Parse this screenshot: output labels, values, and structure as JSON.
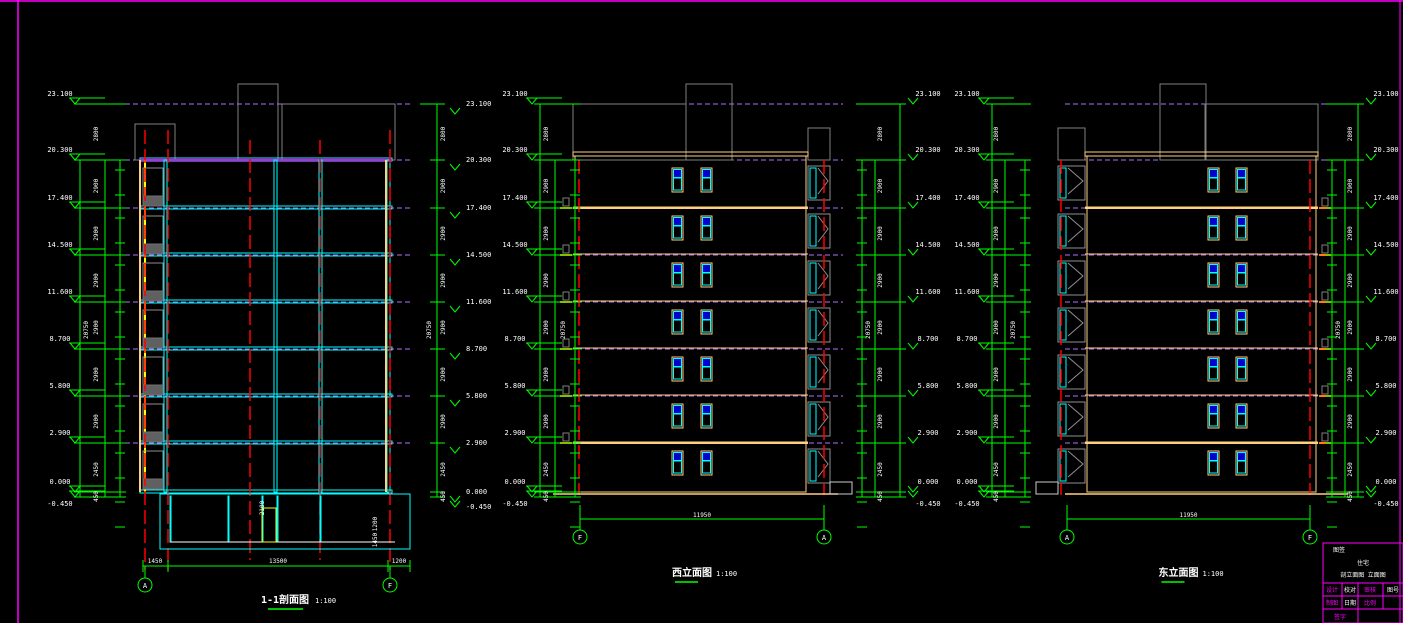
{
  "drawing": {
    "colors": {
      "background": "#000000",
      "frame": "#ff00ff",
      "dimension": "#00ff00",
      "wall": "#00ffff",
      "axis": "#ff0000",
      "level_dash": "#b070ff",
      "facade": "#ffd080",
      "roof": "#808080",
      "window": "#00ffff"
    },
    "levels": [
      "23.100",
      "20.300",
      "17.400",
      "14.500",
      "11.600",
      "8.700",
      "5.800",
      "2.900",
      "0.000",
      "-0.450"
    ],
    "floor_dims": [
      "2800",
      "2900",
      "2900",
      "2900",
      "2900",
      "2900",
      "2900",
      "2450",
      "450"
    ],
    "total_height_dim": "20750",
    "section": {
      "title": "1-1剖面图",
      "scale": "1:100",
      "bottom_dims": [
        "1450",
        "13500",
        "1200"
      ],
      "basement_dims": [
        "2100",
        "1200",
        "1450"
      ],
      "axes": [
        "A",
        "F"
      ]
    },
    "west_elevation": {
      "title": "西立面图",
      "scale": "1:100",
      "width_dim": "11950",
      "axes": [
        "F",
        "A"
      ]
    },
    "east_elevation": {
      "title": "东立面图",
      "scale": "1:100",
      "width_dim": "11950",
      "axes": [
        "A",
        "F"
      ]
    },
    "title_block": {
      "label": "图签",
      "project": "住宅",
      "sheet": "剖立面图 立面图",
      "cells": [
        "设计",
        "校对",
        "审核",
        "图号",
        "制图",
        "日期",
        "比例",
        "签字"
      ]
    }
  }
}
